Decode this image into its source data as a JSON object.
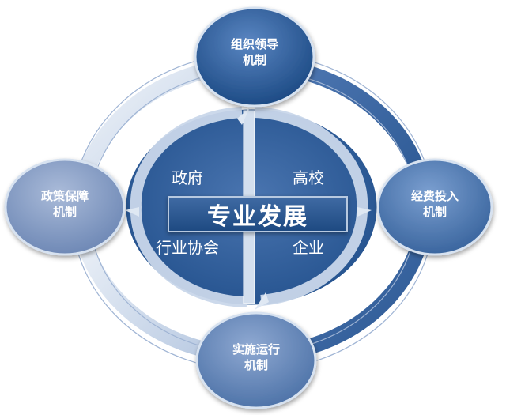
{
  "center": {
    "title": "专业发展"
  },
  "quadrants": {
    "government": "政府",
    "universities": "高校",
    "industry_association": "行业协会",
    "enterprises": "企业"
  },
  "nodes": {
    "organization": {
      "line1": "组织领导",
      "line2": "机制"
    },
    "funding": {
      "line1": "经费投入",
      "line2": "机制"
    },
    "implementation": {
      "line1": "实施运行",
      "line2": "机制"
    },
    "policy": {
      "line1": "政策保障",
      "line2": "机制"
    }
  },
  "colors": {
    "node_dark": "#1f4d86",
    "node_mid": "#4c76ad",
    "node_light": "#7c97c1",
    "ring": "#6d8fc0",
    "ring_light": "#dfe8f3",
    "inner_disc": "#2f5e9b"
  }
}
